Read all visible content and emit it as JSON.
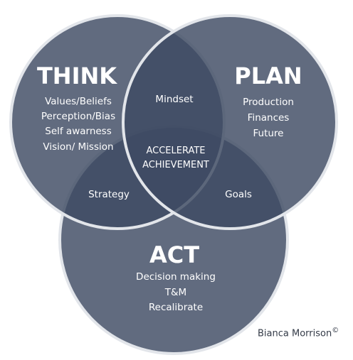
{
  "colors": {
    "circle_fill": "#3e4b63",
    "circle_stroke": "#e2e5ea",
    "text": "#ffffff",
    "credit_text": "#333a47"
  },
  "think": {
    "title": "THINK",
    "items": [
      "Values/Beliefs",
      "Perception/Bias",
      "Self awarness",
      "Vision/ Mission"
    ]
  },
  "plan": {
    "title": "PLAN",
    "items": [
      "Production",
      "Finances",
      "Future"
    ]
  },
  "act": {
    "title": "ACT",
    "items": [
      "Decision making",
      "T&M",
      "Recalibrate"
    ]
  },
  "overlaps": {
    "think_plan": "Mindset",
    "think_act": "Strategy",
    "plan_act": "Goals",
    "center_line1": "ACCELERATE",
    "center_line2": "ACHIEVEMENT"
  },
  "credit": {
    "name": "Bianca Morrison",
    "mark": "©"
  }
}
